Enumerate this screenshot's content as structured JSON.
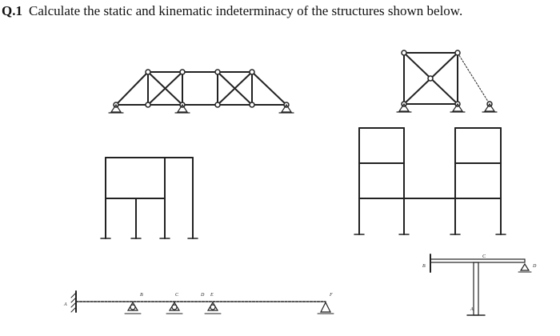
{
  "question": {
    "number": "Q.1",
    "text": "Calculate the static and kinematic indeterminacy of the structures shown below."
  },
  "beam_labels": [
    "A",
    "B",
    "C",
    "D",
    "E",
    "F"
  ],
  "tee_frame_labels": [
    "B",
    "C",
    "D",
    "A"
  ],
  "colors": {
    "line": "#222222",
    "text": "#111111"
  }
}
